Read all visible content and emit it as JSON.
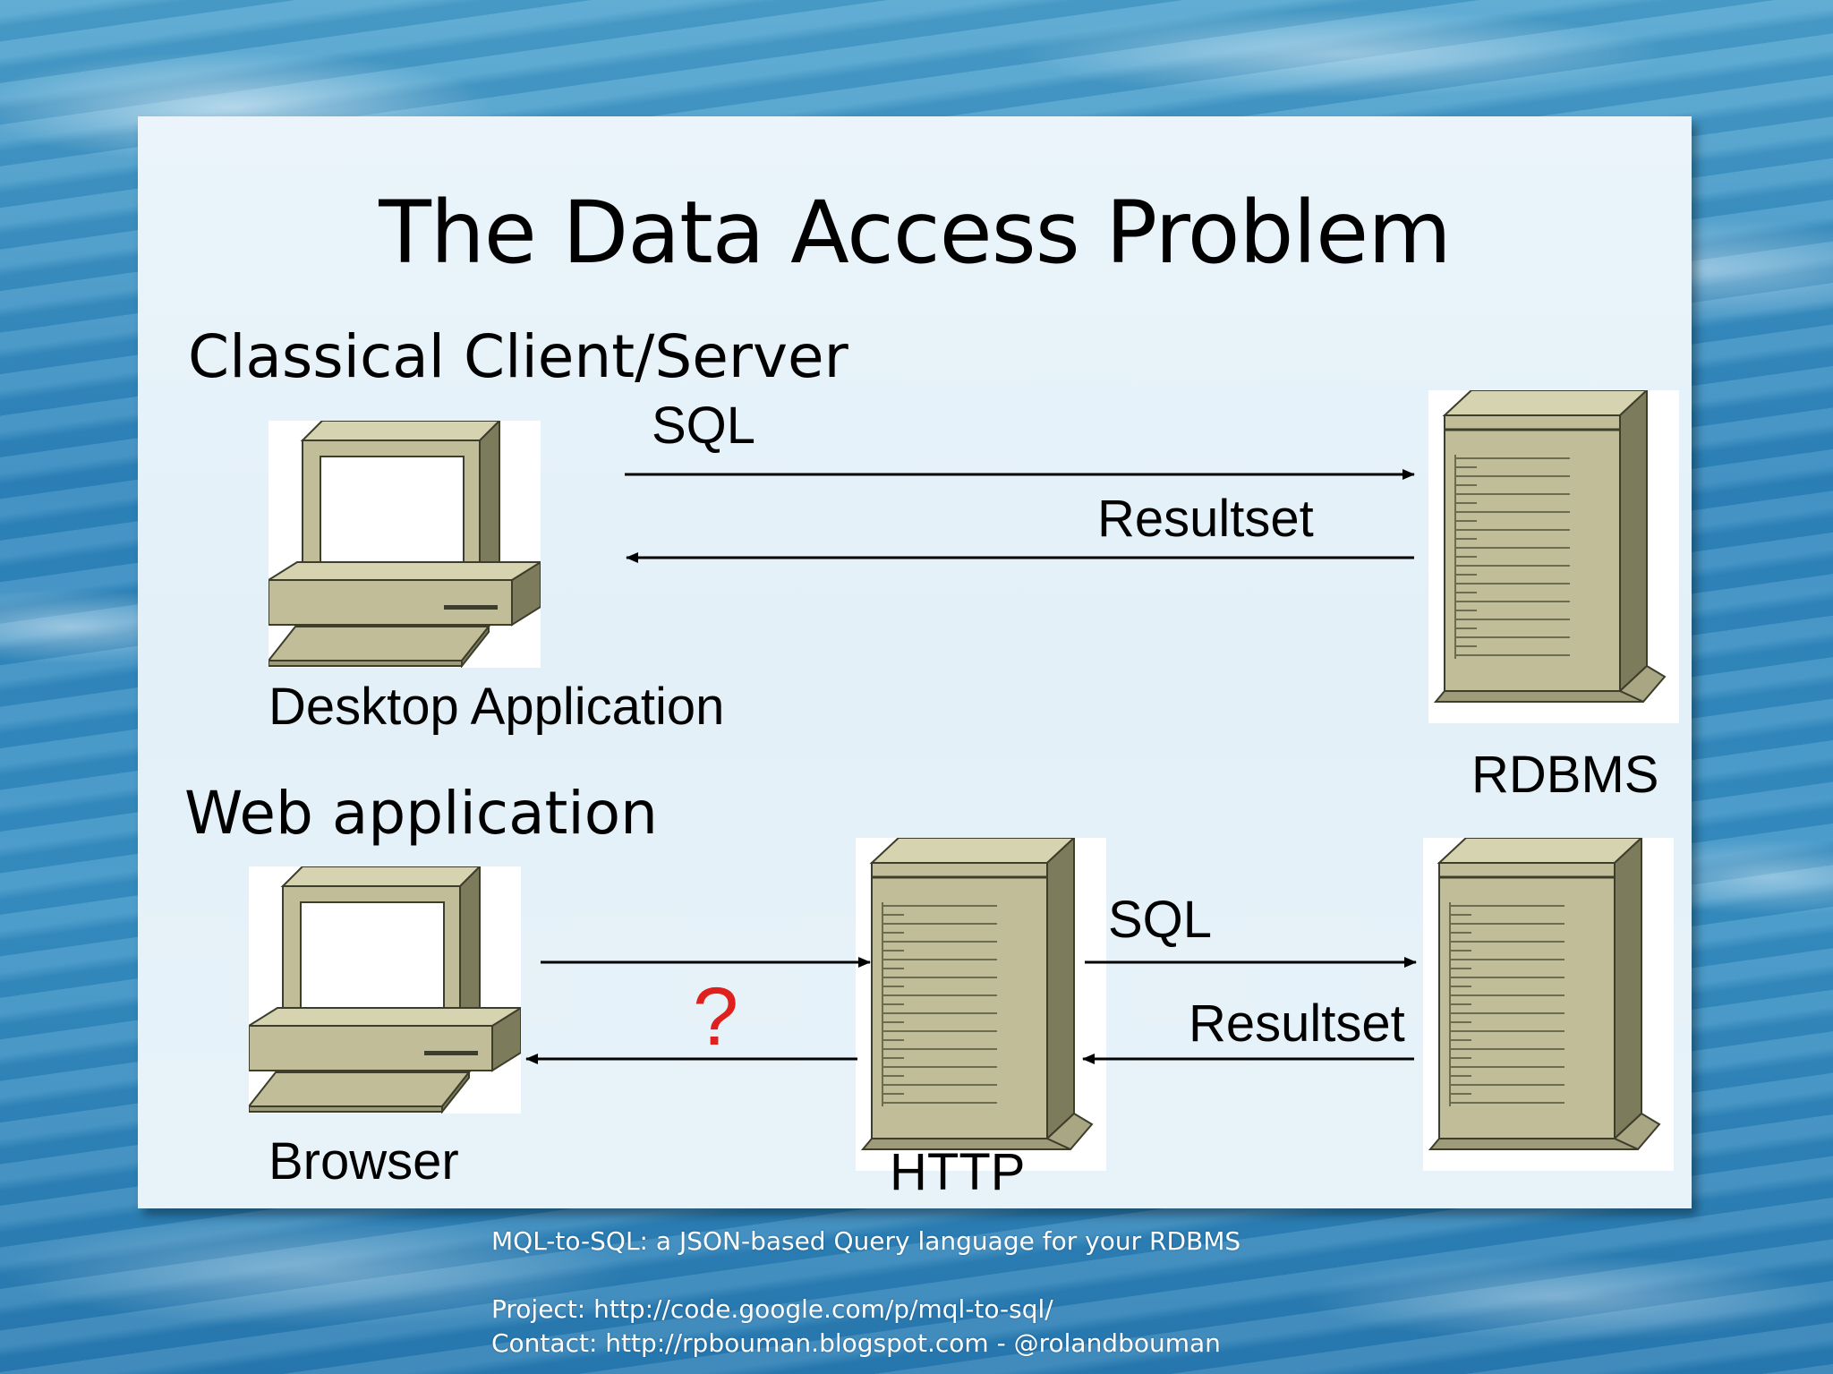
{
  "slide": {
    "title": "The Data Access Problem",
    "section_client_server": "Classical Client/Server",
    "section_web": "Web application"
  },
  "client_server": {
    "client_label": "Desktop Application",
    "server_label": "RDBMS",
    "request_label": "SQL",
    "response_label": "Resultset"
  },
  "web": {
    "client_label": "Browser",
    "middle_label": "HTTP",
    "unknown_protocol": "?",
    "request_label": "SQL",
    "response_label": "Resultset"
  },
  "icons": {
    "desktop_computer": "desktop-computer-icon",
    "server_tower": "server-tower-icon"
  },
  "colors": {
    "question_mark": "#e0201c",
    "device_body": "#c0bd98",
    "device_shade": "#7a7a5c"
  },
  "footer": {
    "line1": "MQL-to-SQL: a JSON-based Query language for your RDBMS",
    "line2": "Project: http://code.google.com/p/mql-to-sql/",
    "line3": "Contact: http://rpbouman.blogspot.com - @rolandbouman"
  }
}
